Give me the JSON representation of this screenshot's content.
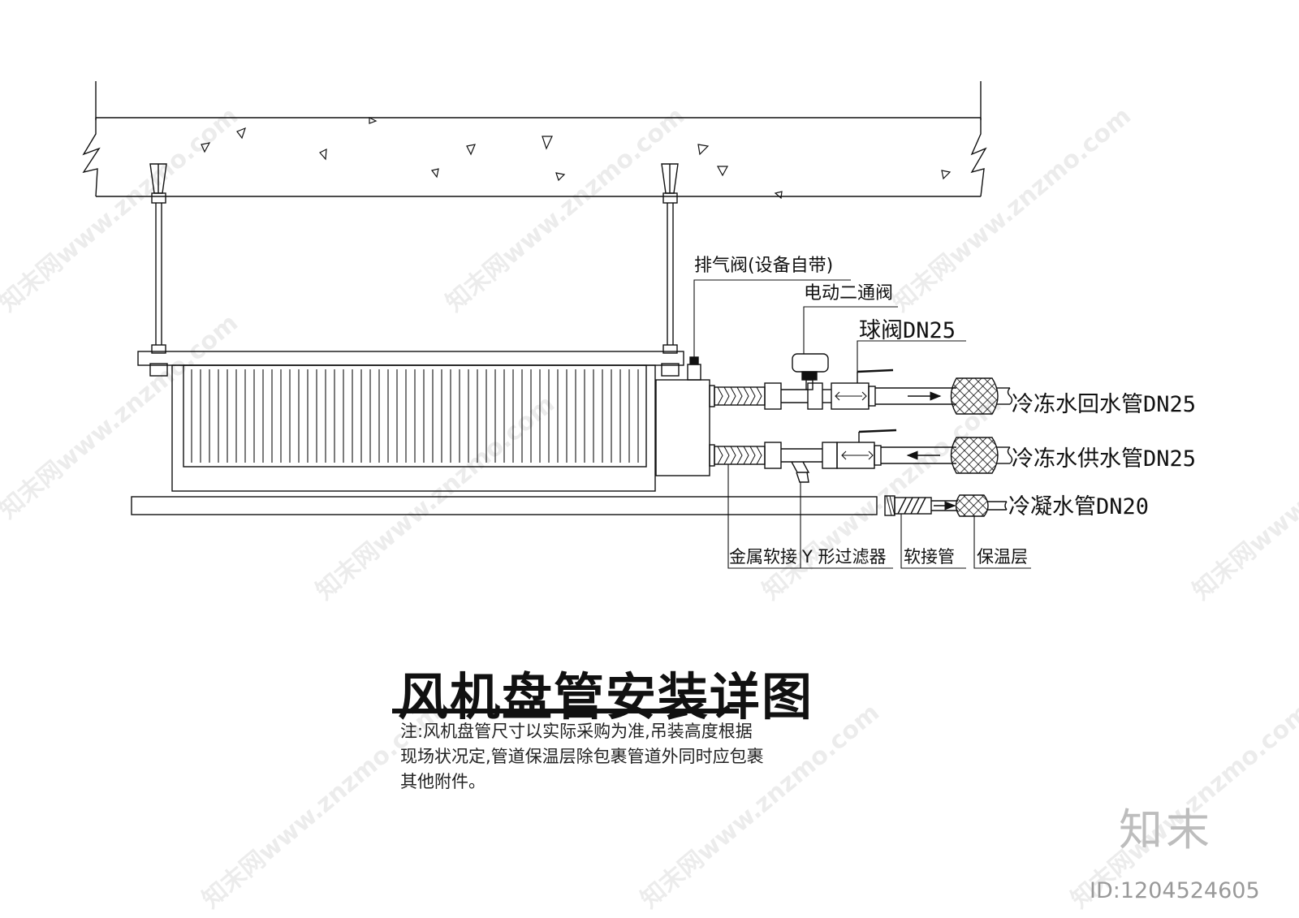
{
  "labels": {
    "air_vent": "排气阀(设备自带)",
    "motor_valve": "电动二通阀",
    "ball_valve": "球阀DN25",
    "return_pipe": "冷冻水回水管DN25",
    "supply_pipe": "冷冻水供水管DN25",
    "condensate_pipe": "冷凝水管DN20",
    "metal_flex": "金属软接",
    "y_strainer": "Y 形过滤器",
    "flex_pipe": "软接管",
    "insulation": "保温层"
  },
  "title": "风机盘管安装详图",
  "note": "注:风机盘管尺寸以实际采购为准,吊装高度根据现场状况定,管道保温层除包裹管道外同时应包裹其他附件。",
  "brand": "知末",
  "doc_id": "ID:1204524605",
  "watermark": "知末网www.znzmo.com"
}
